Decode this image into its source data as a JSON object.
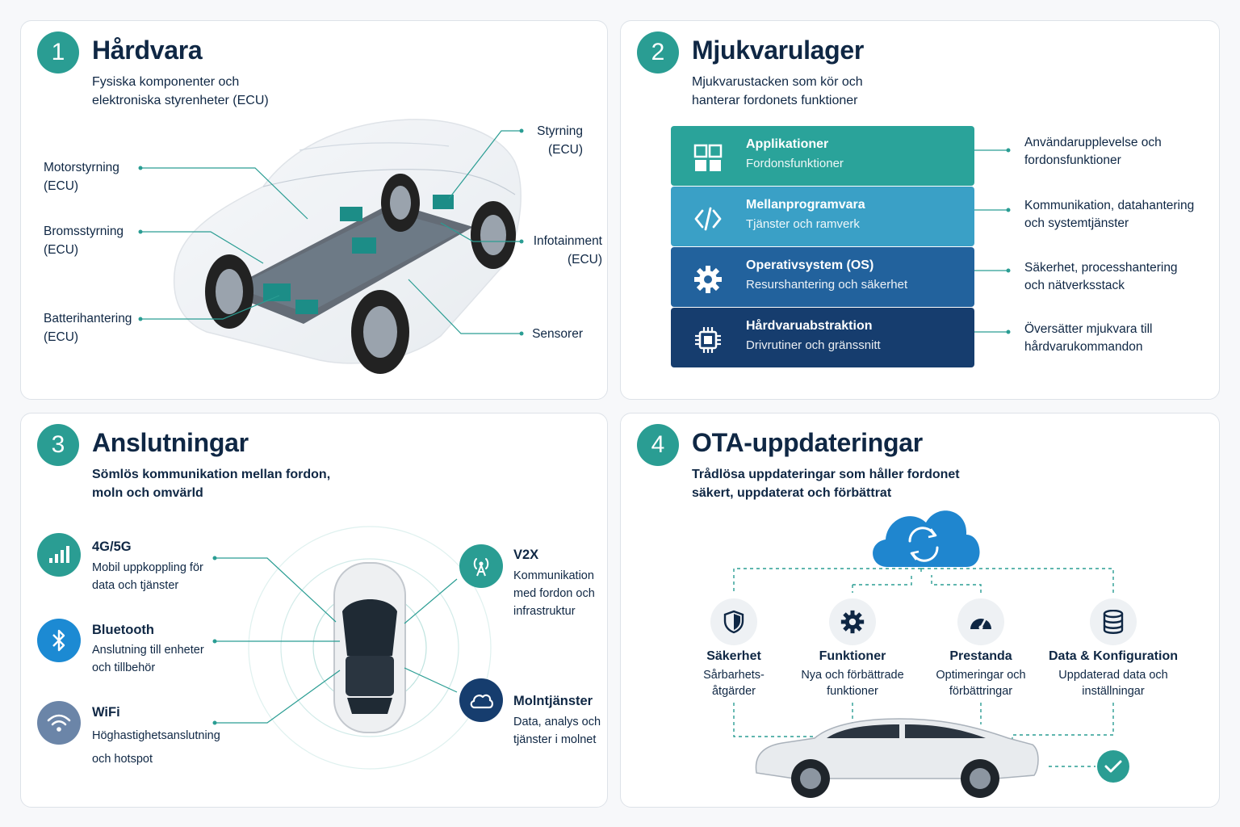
{
  "colors": {
    "teal": "#2a9d93",
    "navy": "#0f2744",
    "blue": "#2b74c4",
    "layer_app": "#2aa39a",
    "layer_mid": "#3aa0c6",
    "layer_os": "#22629d",
    "layer_hw": "#163d6e"
  },
  "hardware": {
    "number": "1",
    "title": "Hårdvara",
    "subtitle_line1": "Fysiska komponenter och",
    "subtitle_line2": "elektroniska styrenheter (ECU)",
    "labels": {
      "motor_l1": "Motorstyrning",
      "motor_l2": "(ECU)",
      "brake_l1": "Bromsstyrning",
      "brake_l2": "(ECU)",
      "battery_l1": "Batterihantering",
      "battery_l2": "(ECU)",
      "steering_l1": "Styrning",
      "steering_l2": "(ECU)",
      "infotainment_l1": "Infotainment",
      "infotainment_l2": "(ECU)",
      "sensors": "Sensorer"
    }
  },
  "software": {
    "number": "2",
    "title": "Mjukvarulager",
    "subtitle_line1": "Mjukvarustacken som kör och",
    "subtitle_line2": "hanterar fordonets funktioner",
    "layers": [
      {
        "title": "Applikationer",
        "sub": "Fordonsfunktioner",
        "icon": "grid-icon",
        "desc_l1": "Användarupplevelse och",
        "desc_l2": "fordonsfunktioner"
      },
      {
        "title": "Mellanprogramvara",
        "sub": "Tjänster och ramverk",
        "icon": "code-icon",
        "desc_l1": "Kommunikation, datahantering",
        "desc_l2": "och systemtjänster"
      },
      {
        "title": "Operativsystem (OS)",
        "sub": "Resurshantering och säkerhet",
        "icon": "gear-icon",
        "desc_l1": "Säkerhet, processhantering",
        "desc_l2": "och nätverksstack"
      },
      {
        "title": "Hårdvaruabstraktion",
        "sub": "Drivrutiner och gränssnitt",
        "icon": "chip-icon",
        "desc_l1": "Översätter mjukvara till",
        "desc_l2": "hårdvarukommandon"
      }
    ]
  },
  "connections": {
    "number": "3",
    "title": "Anslutningar",
    "subtitle_line1": "Sömlös kommunikation mellan fordon,",
    "subtitle_line2": "moln och omvärld",
    "items": [
      {
        "title": "4G/5G",
        "desc_l1": "Mobil uppkoppling för",
        "desc_l2": "data och tjänster",
        "icon": "signal-bars-icon"
      },
      {
        "title": "Bluetooth",
        "desc_l1": "Anslutning till enheter",
        "desc_l2": "och tillbehör",
        "icon": "bluetooth-icon"
      },
      {
        "title": "WiFi",
        "desc_l1": "Höghastighetsanslutning",
        "desc_l2": "och hotspot",
        "icon": "wifi-icon"
      },
      {
        "title": "V2X",
        "desc_l1": "Kommunikation",
        "desc_l2": "med fordon och",
        "desc_l3": "infrastruktur",
        "icon": "antenna-icon"
      },
      {
        "title": "Molntjänster",
        "desc_l1": "Data, analys och",
        "desc_l2": "tjänster i molnet",
        "icon": "cloud-icon"
      }
    ]
  },
  "ota": {
    "number": "4",
    "title": "OTA-uppdateringar",
    "subtitle_line1": "Trådlösa uppdateringar som håller fordonet",
    "subtitle_line2": "säkert, uppdaterat och förbättrat",
    "items": [
      {
        "title": "Säkerhet",
        "desc_l1": "Sårbarhets-",
        "desc_l2": "åtgärder",
        "icon": "shield-icon"
      },
      {
        "title": "Funktioner",
        "desc_l1": "Nya och förbättrade",
        "desc_l2": "funktioner",
        "icon": "gear-icon"
      },
      {
        "title": "Prestanda",
        "desc_l1": "Optimeringar och",
        "desc_l2": "förbättringar",
        "icon": "speedometer-icon"
      },
      {
        "title": "Data & Konfiguration",
        "desc_l1": "Uppdaterad data och",
        "desc_l2": "inställningar",
        "icon": "database-icon"
      }
    ]
  }
}
